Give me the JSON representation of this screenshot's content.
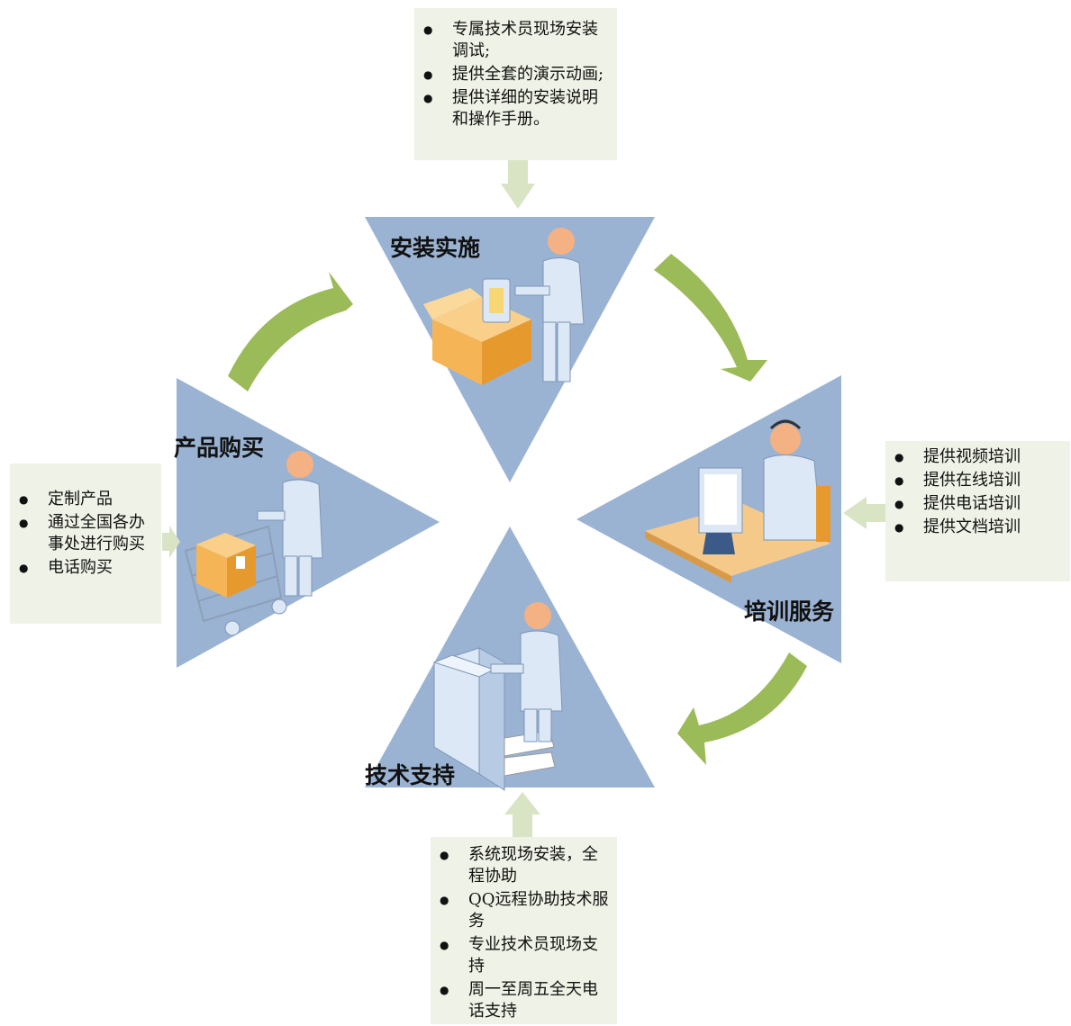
{
  "stages": {
    "install": {
      "title": "安装实施"
    },
    "training": {
      "title": "培训服务"
    },
    "support": {
      "title": "技术支持"
    },
    "purchase": {
      "title": "产品购买"
    }
  },
  "notes": {
    "install": [
      "专属技术员现场安装调试;",
      "提供全套的演示动画;",
      "提供详细的安装说明和操作手册。"
    ],
    "training": [
      "提供视频培训",
      "提供在线培训",
      "提供电话培训",
      "提供文档培训"
    ],
    "support": [
      "系统现场安装，全程协助",
      "QQ远程协助技术服务",
      "专业技术员现场支持",
      "周一至周五全天电话支持"
    ],
    "purchase": [
      "定制产品",
      "通过全国各办事处进行购买",
      "电话购买"
    ]
  },
  "colors": {
    "triangle": "#9bb3d3",
    "cycle_arrow": "#9bbb59",
    "connector_arrow": "#d9e4c4",
    "note_bg": "#eff2e6",
    "box": "#f5b556",
    "figure": "#dce8f5"
  },
  "icons": [
    "technician-with-box-icon",
    "operator-with-headset-icon",
    "technician-with-printer-icon",
    "shopper-with-cart-icon"
  ]
}
